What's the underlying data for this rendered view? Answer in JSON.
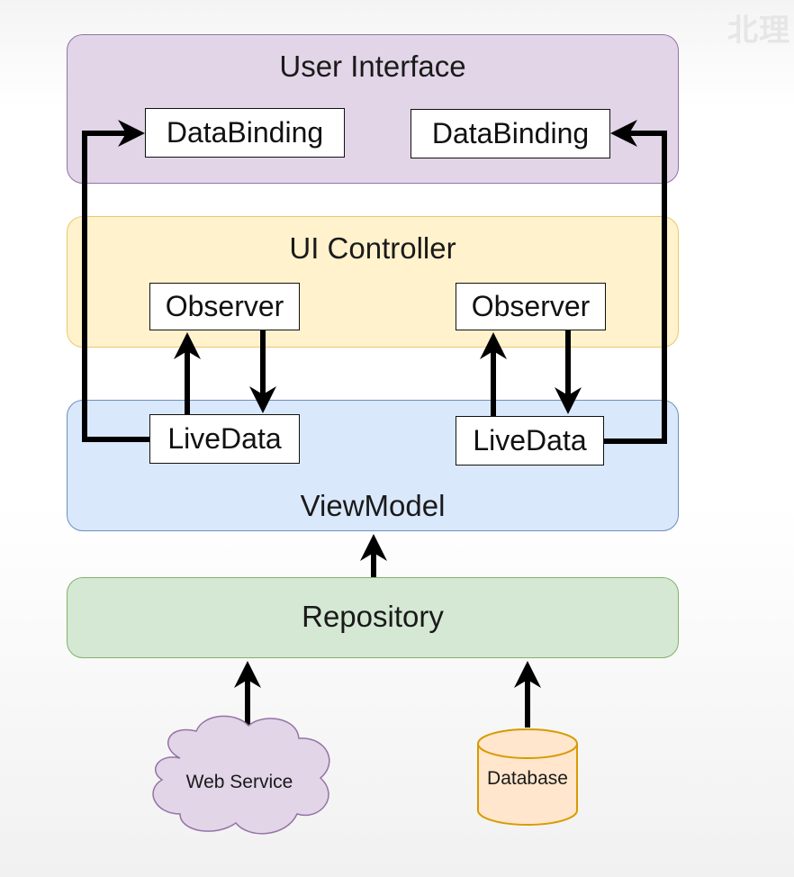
{
  "watermark": "北理",
  "layers": {
    "user_interface": "User Interface",
    "ui_controller": "UI Controller",
    "view_model": "ViewModel",
    "repository": "Repository"
  },
  "boxes": {
    "databinding_left": "DataBinding",
    "databinding_right": "DataBinding",
    "observer_left": "Observer",
    "observer_right": "Observer",
    "livedata_left": "LiveData",
    "livedata_right": "LiveData"
  },
  "sources": {
    "web_service": "Web Service",
    "database": "Database"
  },
  "colors": {
    "user_interface": "#e1d5e7",
    "ui_controller": "#fff2cc",
    "view_model": "#dae8fc",
    "repository": "#d5e8d4",
    "web_service": "#e1d5e7",
    "database": "#ffe6cc"
  }
}
